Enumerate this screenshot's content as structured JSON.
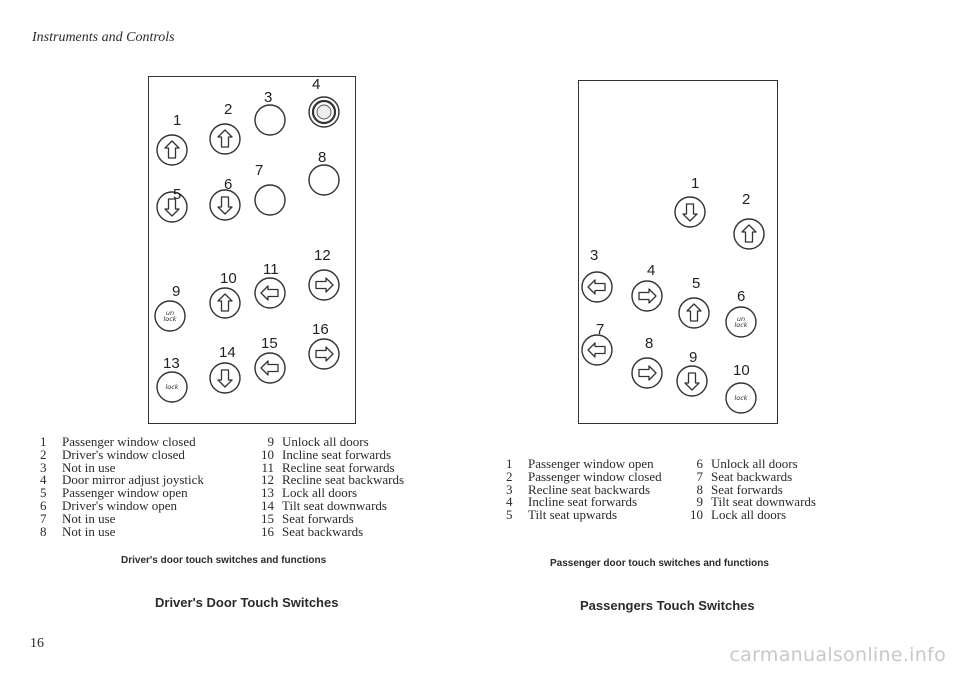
{
  "header": {
    "title": "Instruments and Controls"
  },
  "driver": {
    "buttons": [
      {
        "number": "1",
        "icon": "arrow-up",
        "label": ""
      },
      {
        "number": "2",
        "icon": "arrow-up",
        "label": ""
      },
      {
        "number": "3",
        "icon": "blank",
        "label": ""
      },
      {
        "number": "4",
        "icon": "joystick",
        "label": ""
      },
      {
        "number": "5",
        "icon": "arrow-down",
        "label": ""
      },
      {
        "number": "6",
        "icon": "arrow-down",
        "label": ""
      },
      {
        "number": "7",
        "icon": "blank",
        "label": ""
      },
      {
        "number": "8",
        "icon": "blank",
        "label": ""
      },
      {
        "number": "9",
        "icon": "text",
        "label": "un lock"
      },
      {
        "number": "10",
        "icon": "arrow-up",
        "label": ""
      },
      {
        "number": "11",
        "icon": "arrow-left",
        "label": ""
      },
      {
        "number": "12",
        "icon": "arrow-right",
        "label": ""
      },
      {
        "number": "13",
        "icon": "text",
        "label": "lock"
      },
      {
        "number": "14",
        "icon": "arrow-down",
        "label": ""
      },
      {
        "number": "15",
        "icon": "arrow-left",
        "label": ""
      },
      {
        "number": "16",
        "icon": "arrow-right",
        "label": ""
      }
    ],
    "legend_left": [
      {
        "n": "1",
        "text": "Passenger window closed"
      },
      {
        "n": "2",
        "text": "Driver's window closed"
      },
      {
        "n": "3",
        "text": "Not in use"
      },
      {
        "n": "4",
        "text": "Door mirror adjust joystick"
      },
      {
        "n": "5",
        "text": "Passenger window open"
      },
      {
        "n": "6",
        "text": "Driver's window open"
      },
      {
        "n": "7",
        "text": "Not in use"
      },
      {
        "n": "8",
        "text": "Not in use"
      }
    ],
    "legend_right": [
      {
        "n": "9",
        "text": "Unlock all doors"
      },
      {
        "n": "10",
        "text": "Incline seat forwards"
      },
      {
        "n": "11",
        "text": "Recline seat forwards"
      },
      {
        "n": "12",
        "text": "Recline seat backwards"
      },
      {
        "n": "13",
        "text": "Lock all doors"
      },
      {
        "n": "14",
        "text": "Tilt seat downwards"
      },
      {
        "n": "15",
        "text": "Seat forwards"
      },
      {
        "n": "16",
        "text": "Seat backwards"
      }
    ],
    "caption": "Driver's door touch switches and functions",
    "section_title": "Driver's Door Touch Switches"
  },
  "passenger": {
    "buttons": [
      {
        "number": "1",
        "icon": "arrow-down",
        "label": ""
      },
      {
        "number": "2",
        "icon": "arrow-up",
        "label": ""
      },
      {
        "number": "3",
        "icon": "arrow-left",
        "label": ""
      },
      {
        "number": "4",
        "icon": "arrow-right",
        "label": ""
      },
      {
        "number": "5",
        "icon": "arrow-up",
        "label": ""
      },
      {
        "number": "6",
        "icon": "text",
        "label": "un lock"
      },
      {
        "number": "7",
        "icon": "arrow-left",
        "label": ""
      },
      {
        "number": "8",
        "icon": "arrow-right",
        "label": ""
      },
      {
        "number": "9",
        "icon": "arrow-down",
        "label": ""
      },
      {
        "number": "10",
        "icon": "text",
        "label": "lock"
      }
    ],
    "legend_left": [
      {
        "n": "1",
        "text": "Passenger window open"
      },
      {
        "n": "2",
        "text": "Passenger window closed"
      },
      {
        "n": "3",
        "text": "Recline seat backwards"
      },
      {
        "n": "4",
        "text": "Incline seat forwards"
      },
      {
        "n": "5",
        "text": "Tilt seat upwards"
      }
    ],
    "legend_right": [
      {
        "n": "6",
        "text": "Unlock all doors"
      },
      {
        "n": "7",
        "text": "Seat backwards"
      },
      {
        "n": "8",
        "text": "Seat forwards"
      },
      {
        "n": "9",
        "text": "Tilt seat downwards"
      },
      {
        "n": "10",
        "text": "Lock all doors"
      }
    ],
    "caption": "Passenger door touch switches and functions",
    "section_title": "Passengers Touch Switches"
  },
  "page_number": "16",
  "watermark": "carmanualsonline.info"
}
